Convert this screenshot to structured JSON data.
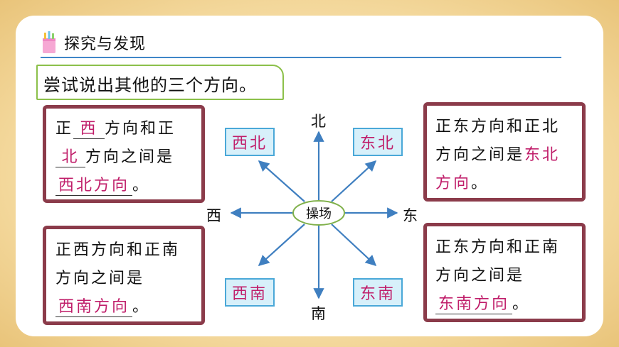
{
  "header": {
    "title": "探究与发现"
  },
  "prompt": {
    "text": "尝试说出其他的三个方向。"
  },
  "center_label": "操场",
  "cardinals": {
    "north": "北",
    "south": "南",
    "east": "东",
    "west": "西"
  },
  "diagonal_labels": {
    "nw": "西北",
    "ne": "东北",
    "sw": "西南",
    "se": "东南"
  },
  "boxes": {
    "top_left": {
      "l1a": "正",
      "l1ans": "西",
      "l1b": "方向和正",
      "l2ans": "北",
      "l2b": "方向之间是",
      "l3ans": "西北方向",
      "l3b": "。"
    },
    "top_right": {
      "l1": "正东方向和正北",
      "l2a": "方向之间是",
      "l2ans": "东北",
      "l3ans": "方向",
      "l3b": "。"
    },
    "bottom_left": {
      "l1": "正西方向和正南",
      "l2": "方向之间是",
      "l3ans": "西南方向",
      "l3b": "。"
    },
    "bottom_right": {
      "l1": "正东方向和正南",
      "l2": "方向之间是",
      "l3ans": "东南方向",
      "l3b": "。"
    }
  },
  "colors": {
    "answer": "#c01e6a",
    "arrow": "#3f7fc0",
    "box_border": "#8b3b4a",
    "label_bg": "#d7f0fa",
    "accent_line": "#3f86c8"
  }
}
